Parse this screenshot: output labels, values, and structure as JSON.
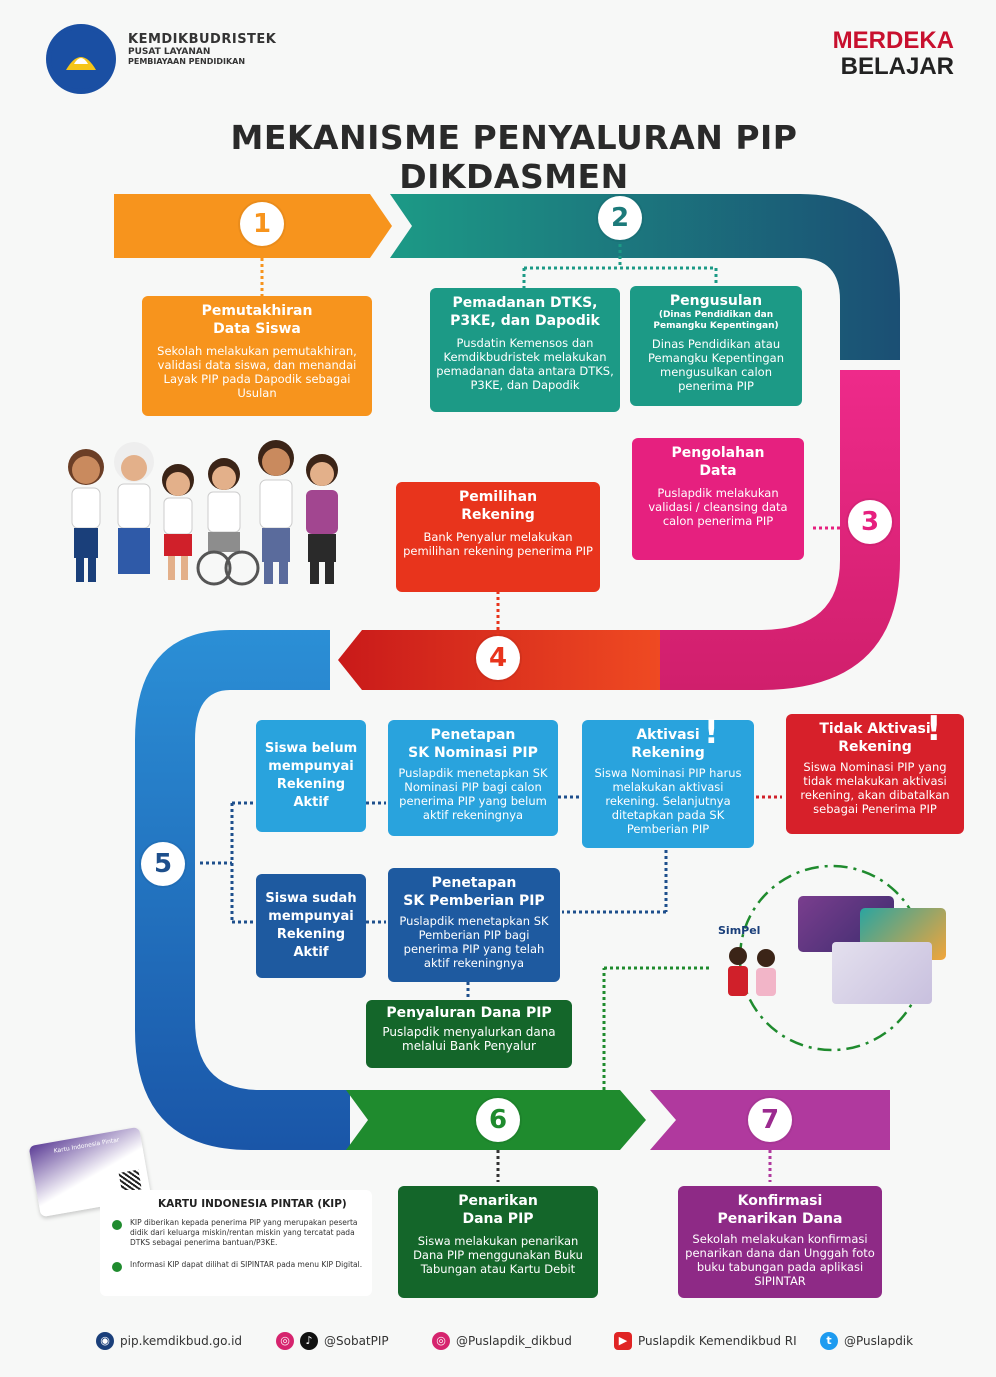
{
  "header": {
    "logo_line1": "KEMDIKBUDRISTEK",
    "logo_line2": "PUSAT LAYANAN",
    "logo_line3": "PEMBIAYAAN PENDIDIKAN",
    "brand_line1": "MERDEKA",
    "brand_line2": "BELAJAR",
    "title": "MEKANISME PENYALURAN PIP DIKDASMEN"
  },
  "steps": {
    "s1": "1",
    "s2": "2",
    "s3": "3",
    "s4": "4",
    "s5": "5",
    "s6": "6",
    "s7": "7"
  },
  "boxes": {
    "pemutakhiran": {
      "title": "Pemutakhiran\nData Siswa",
      "desc": "Sekolah melakukan pemutakhiran, validasi data siswa, dan menandai Layak PIP pada Dapodik sebagai Usulan"
    },
    "pemadanan": {
      "title": "Pemadanan DTKS,\nP3KE, dan Dapodik",
      "desc": "Pusdatin Kemensos dan Kemdikbudristek melakukan pemadanan data antara DTKS, P3KE, dan Dapodik"
    },
    "pengusulan": {
      "title": "Pengusulan",
      "sub": "(Dinas Pendidikan dan Pemangku Kepentingan)",
      "desc": "Dinas Pendidikan atau Pemangku Kepentingan mengusulkan calon penerima PIP"
    },
    "pengolahan": {
      "title": "Pengolahan\nData",
      "desc": "Puslapdik melakukan validasi / cleansing data calon penerima PIP"
    },
    "pemilihan": {
      "title": "Pemilihan\nRekening",
      "desc": "Bank Penyalur melakukan pemilihan rekening penerima PIP"
    },
    "belum": {
      "title": "Siswa belum mempunyai Rekening Aktif"
    },
    "sk_nominasi": {
      "title": "Penetapan\nSK Nominasi PIP",
      "desc": "Puslapdik menetapkan SK Nominasi PIP bagi calon penerima PIP yang belum aktif rekeningnya"
    },
    "aktivasi": {
      "title": "Aktivasi\nRekening",
      "desc": "Siswa Nominasi PIP harus melakukan aktivasi rekening. Selanjutnya ditetapkan pada SK Pemberian PIP"
    },
    "tidak_aktivasi": {
      "title": "Tidak Aktivasi\nRekening",
      "desc": "Siswa Nominasi PIP yang tidak melakukan aktivasi rekening, akan dibatalkan sebagai Penerima PIP"
    },
    "sudah": {
      "title": "Siswa sudah mempunyai Rekening Aktif"
    },
    "sk_pemberian": {
      "title": "Penetapan\nSK Pemberian PIP",
      "desc": "Puslapdik menetapkan SK Pemberian PIP bagi penerima PIP yang telah aktif rekeningnya"
    },
    "penyaluran": {
      "title": "Penyaluran Dana PIP",
      "desc": "Puslapdik menyalurkan dana melalui Bank Penyalur"
    },
    "penarikan": {
      "title": "Penarikan\nDana PIP",
      "desc": "Siswa melakukan penarikan Dana PIP menggunakan Buku Tabungan atau Kartu Debit"
    },
    "konfirmasi": {
      "title": "Konfirmasi\nPenarikan Dana",
      "desc": "Sekolah melakukan konfirmasi penarikan dana dan Unggah foto buku tabungan pada aplikasi SIPINTAR"
    }
  },
  "kip": {
    "card_label": "Kartu Indonesia Pintar",
    "heading": "KARTU INDONESIA PINTAR (KIP)",
    "point1": "KIP diberikan kepada penerima PIP yang merupakan peserta didik dari keluarga miskin/rentan miskin yang tercatat pada DTKS sebagai penerima bantuan/P3KE.",
    "point2": "Informasi KIP dapat dilihat di SIPINTAR pada menu KIP Digital."
  },
  "simpel_label": "SimPel",
  "footer": {
    "web": "pip.kemdikbud.go.id",
    "sobat": "@SobatPIP",
    "ig": "@Puslapdik_dikbud",
    "yt": "Puslapdik Kemendikbud RI",
    "tw": "@Puslapdik"
  },
  "colors": {
    "orange": "#f7941d",
    "teal": "#1c9a86",
    "darkteal": "#1b5e78",
    "magenta": "#e6207f",
    "red": "#e8341c",
    "blue": "#1e73be",
    "lightblue": "#29a3dd",
    "green": "#1f8b2e",
    "darkgreen": "#14662a",
    "purple": "#9b2a8f"
  }
}
